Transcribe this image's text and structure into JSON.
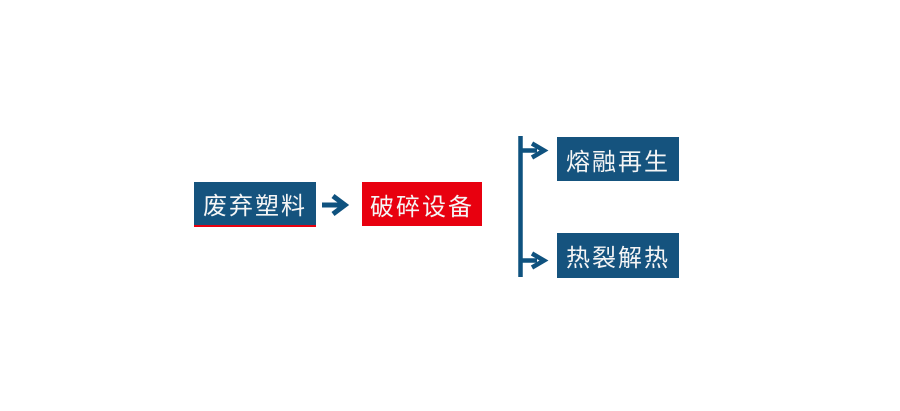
{
  "diagram": {
    "type": "flowchart",
    "nodes": {
      "source": {
        "label": "废弃塑料",
        "style": "blue-box-red-underline"
      },
      "process": {
        "label": "破碎设备",
        "style": "red-box"
      },
      "branch_top": {
        "label": "熔融再生",
        "style": "blue-box"
      },
      "branch_bottom": {
        "label": "热裂解热",
        "style": "blue-box"
      }
    },
    "edges": [
      {
        "from": "废弃塑料",
        "to": "破碎设备",
        "connector": "arrow-right"
      },
      {
        "from": "破碎设备",
        "to": "熔融再生",
        "connector": "branch-arrow-right"
      },
      {
        "from": "破碎设备",
        "to": "热裂解热",
        "connector": "branch-arrow-right"
      }
    ]
  },
  "colors": {
    "background": "#ffffff",
    "node_blue": "#15537e",
    "node_red": "#e8000f",
    "underline_red": "#e8000f",
    "connector_blue": "#0f527f",
    "text": "#f5f5f5"
  }
}
